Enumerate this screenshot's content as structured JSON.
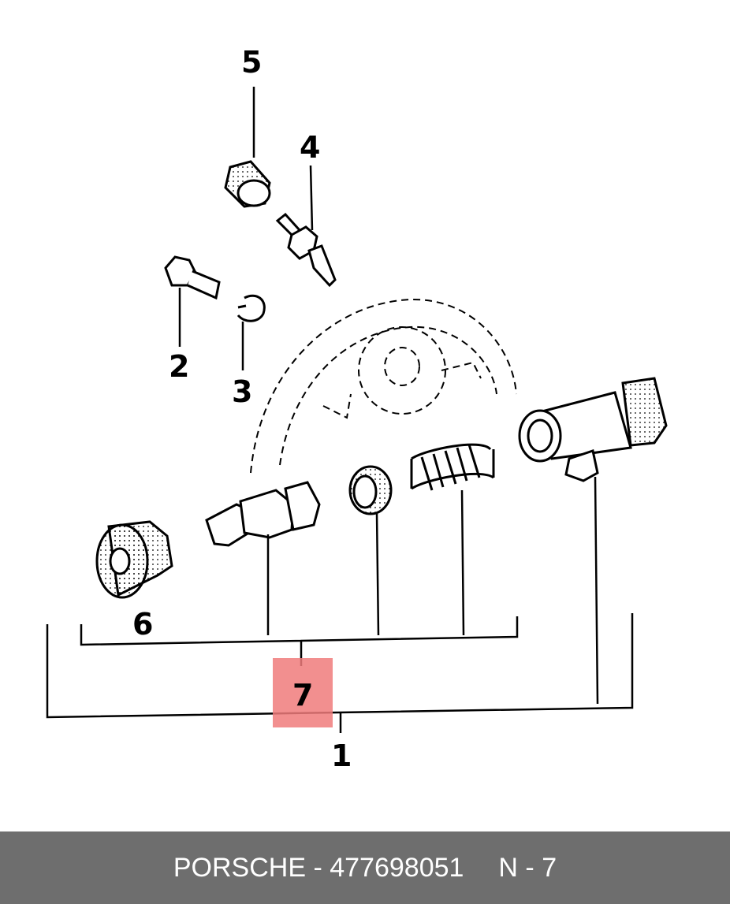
{
  "callouts": {
    "c1": "1",
    "c2": "2",
    "c3": "3",
    "c4": "4",
    "c5": "5",
    "c6": "6",
    "c7": "7"
  },
  "highlight": {
    "label": "7",
    "color": "#f07b7b"
  },
  "footer": {
    "brand": "PORSCHE",
    "separator": " - ",
    "part_number": "477698051",
    "ref": "N - 7",
    "background": "#6e6e6e"
  }
}
